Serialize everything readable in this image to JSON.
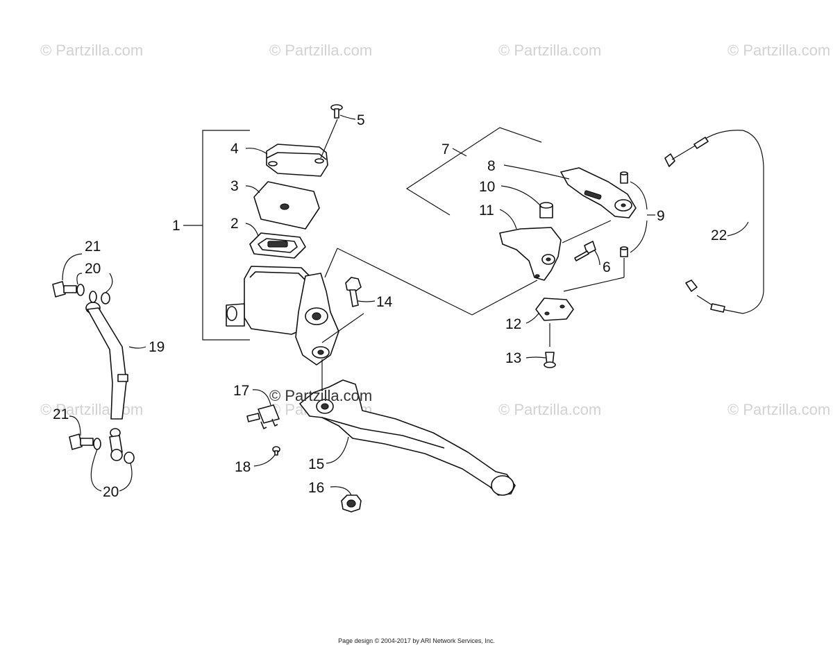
{
  "watermarks": [
    "© Partzilla.com",
    "© Partzilla.com",
    "© Partzilla.com",
    "© Partzilla.com",
    "© Partzilla.com",
    "© Partzilla.com",
    "© Partzilla.com",
    "© Partzilla.com"
  ],
  "center_watermark": "© Partzilla.com",
  "callouts": {
    "c1": "1",
    "c2": "2",
    "c3": "3",
    "c4": "4",
    "c5": "5",
    "c6": "6",
    "c7": "7",
    "c8": "8",
    "c9": "9",
    "c10": "10",
    "c11": "11",
    "c12": "12",
    "c13": "13",
    "c14": "14",
    "c15": "15",
    "c16": "16",
    "c17": "17",
    "c18": "18",
    "c19": "19",
    "c20a": "20",
    "c20b": "20",
    "c21a": "21",
    "c21b": "21",
    "c22": "22"
  },
  "footer": "Page design © 2004-2017 by ARI Network Services, Inc."
}
